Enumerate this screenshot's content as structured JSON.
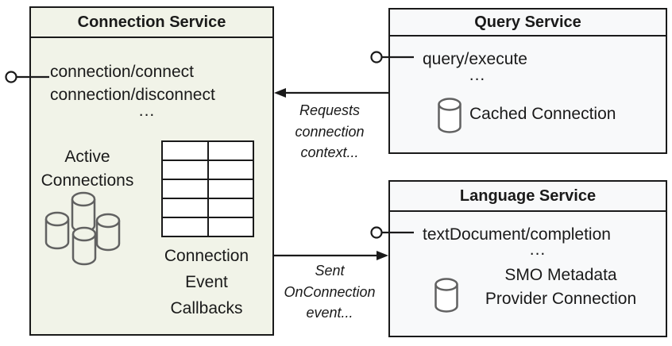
{
  "diagram": {
    "connection_service": {
      "title": "Connection Service",
      "method_1": "connection/connect",
      "method_2": "connection/disconnect",
      "ellipsis": "...",
      "active_line_1": "Active",
      "active_line_2": "Connections",
      "callbacks_line_1": "Connection",
      "callbacks_line_2": "Event",
      "callbacks_line_3": "Callbacks"
    },
    "query_service": {
      "title": "Query Service",
      "method_1": "query/execute",
      "ellipsis": "...",
      "cached_label": "Cached Connection"
    },
    "language_service": {
      "title": "Language Service",
      "method_1": "textDocument/completion",
      "ellipsis": "...",
      "provider_line_1": "SMO Metadata",
      "provider_line_2": "Provider Connection"
    },
    "arrow_requests": {
      "line_1": "Requests",
      "line_2": "connection",
      "line_3": "context..."
    },
    "arrow_sent": {
      "line_1": "Sent",
      "line_2": "OnConnection",
      "line_3": "event..."
    },
    "icons": {
      "database_cluster": "database-cluster-icon",
      "database_single": "database-cylinder-icon",
      "callbacks_table": "grid-table-icon",
      "interface": "lollipop-interface-icon"
    },
    "colors": {
      "connection_box_fill": "#f1f3e8",
      "service_box_fill": "#f8f9fa",
      "border": "#1a1a1a",
      "icon_stroke": "#616161",
      "text": "#1a1a1a"
    }
  }
}
